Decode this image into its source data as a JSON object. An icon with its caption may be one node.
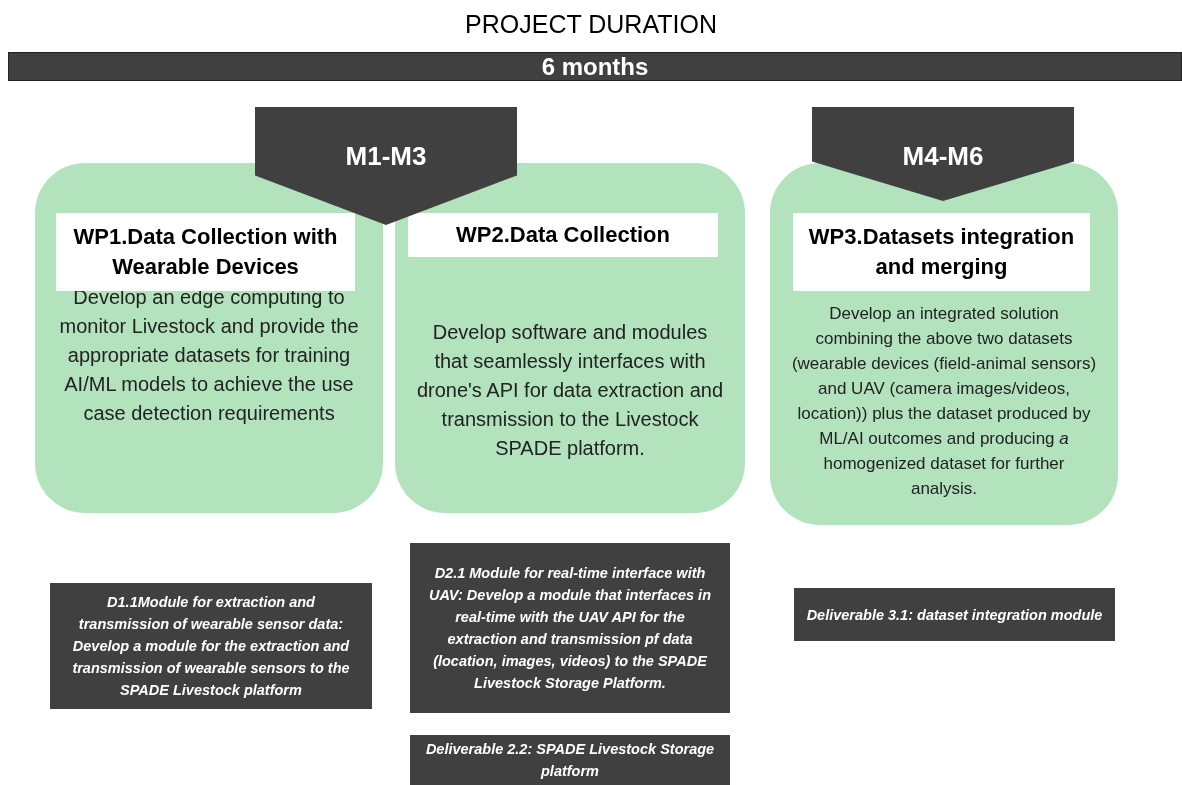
{
  "diagram": {
    "title": "PROJECT DURATION",
    "nodes": [
      {
        "text": [
          "6 months"
        ]
      },
      {
        "text": [
          "M1-M3"
        ]
      },
      {
        "text": [
          "M4-M6"
        ]
      },
      {
        "text": [
          "Develop an edge computing to monitor Livestock and provide the appropriate datasets for training AI/ML models to achieve the use case detection requirements"
        ]
      },
      {
        "text": [
          "WP1.Data Collection with Wearable Devices"
        ],
        "in": 3
      },
      {
        "text": [
          "Develop software and modules that seamlessly interfaces with drone's API for data extraction and transmission to the Livestock SPADE platform."
        ]
      },
      {
        "text": [
          "WP2.Data Collection"
        ],
        "in": 5
      },
      {
        "text": [
          "Develop an integrated solution combining the above two datasets (wearable devices (field-animal sensors) and UAV (camera images/videos, location)) plus the dataset produced by ML/AI outcomes and producing *a* homogenized dataset for further analysis."
        ]
      },
      {
        "text": [
          "WP3.Datasets integration and merging"
        ],
        "in": 7
      },
      {
        "text": [
          "D1.1Module for extraction and transmission of wearable sensor data: Develop a module for the extraction and transmission of wearable sensors to the SPADE Livestock platform"
        ]
      },
      {
        "text": [
          "D2.1 Module for real-time interface with UAV: Develop a module that interfaces in real-time with the UAV API for the extraction and transmission pf data (location, images, videos) to the SPADE Livestock Storage Platform."
        ]
      },
      {
        "text": [
          "Deliverable 2.2: SPADE Livestock Storage platform"
        ]
      },
      {
        "text": [
          "Deliverable 3.1: dataset integration module"
        ]
      }
    ],
    "edges": []
  }
}
